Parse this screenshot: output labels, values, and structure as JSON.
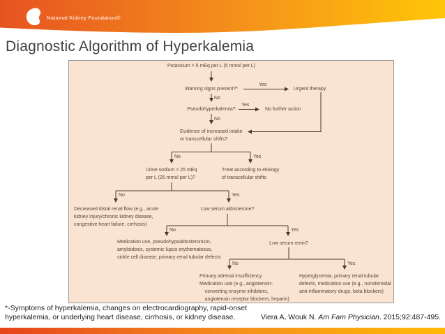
{
  "header": {
    "brand": "National Kidney Foundation®"
  },
  "title": "Diagnostic Algorithm of Hyperkalemia",
  "flowchart": {
    "yes": "Yes",
    "no": "No",
    "nodes": {
      "start": "Potassium > 5 mEq per L (5 mmol per L)",
      "warning": "Warning signs present?*",
      "urgent": "Urgent therapy",
      "pseudo": "Pseudohyperkalemia?",
      "no_action": "No further action",
      "evidence": "Evidence of increased intake\nor transcellular shifts?",
      "urine": "Urine sodium > 25 mEq\nper L (25 mmol per L)?",
      "treat": "Treat according to etiology\nof transcellular shifts",
      "decreased": "Decreased distal renal flow (e.g., acute\nkidney injury/chronic kidney disease,\ncongestive heart failure, cirrhosis)",
      "aldosterone": "Low serum aldosterone?",
      "med_no_aldo": "Medication use, pseudohypoaldosteronism,\namyloidosis, systemic lupus erythematosus,\nsickle cell disease, primary renal tubular defects",
      "renin": "Low serum renin?",
      "adrenal": "Primary adrenal insufficiency",
      "med_ace": "Medication use (e.g., angiotensin-\n    converting enzyme inhibitors,\n    angiotensin receptor blockers, heparin)",
      "hyperglycemia": "Hyperglycemia, primary renal tubular\ndefects, medication use (e.g., nonsteroidal\nanti-inflammatory drugs, beta blockers)"
    }
  },
  "footnote": "*-Symptoms of hyperkalemia, changes on electrocardiography, rapid-onset\nhyperkalemia, or underlying heart disease, cirrhosis, or kidney disease.",
  "citation": {
    "prefix": "Viera A, Wouk N. ",
    "journal": "Am Fam Physician",
    "suffix": ". 2015;92:487-495."
  },
  "colors": {
    "header_gradient_left": "#E75320",
    "header_gradient_right": "#FFC608",
    "panel_bg": "#FAE4D1",
    "panel_border": "#989898",
    "flowchart_text": "#53443C",
    "arrow": "#473931",
    "title_text": "#3E4042",
    "bottom_bar_left": "#E7431C",
    "bottom_bar_right": "#FFB906"
  }
}
